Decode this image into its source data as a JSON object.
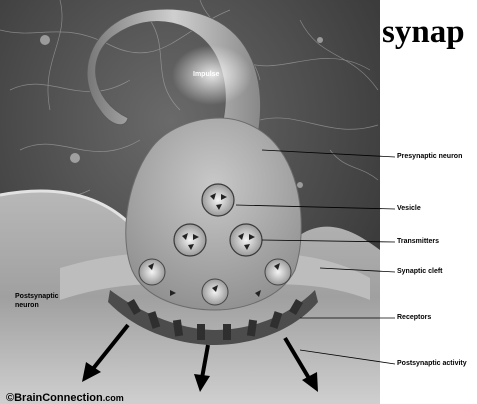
{
  "title": "synap",
  "labels": {
    "impulse": "Impulse",
    "presynaptic_neuron": "Presynaptic neuron",
    "vesicle": "Vesicle",
    "transmitters": "Transmitters",
    "synaptic_cleft": "Synaptic cleft",
    "postsynaptic_neuron_line1": "Postsynaptic",
    "postsynaptic_neuron_line2": "neuron",
    "receptors": "Receptors",
    "postsynaptic_activity": "Postsynaptic activity"
  },
  "copyright": {
    "brand": "©BrainConnection",
    "domain": ".com"
  }
}
